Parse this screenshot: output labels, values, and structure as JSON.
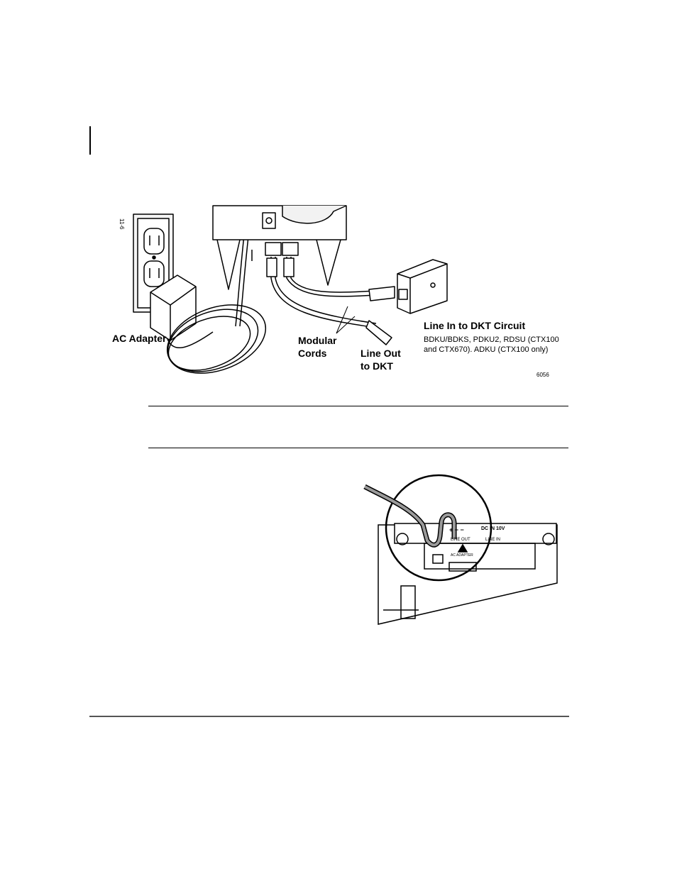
{
  "figure1": {
    "ac_adapter_label": "AC Adapter",
    "modular_cords_label_1": "Modular",
    "modular_cords_label_2": "Cords",
    "line_out_label_1": "Line Out",
    "line_out_label_2": "to DKT",
    "line_in_title": "Line In to DKT Circuit",
    "line_in_desc_1": "BDKU/BDKS, PDKU2, RDSU (CTX100",
    "line_in_desc_2": "and CTX670). ADKU (CTX100 only)",
    "figure_number": "6056",
    "side_code": "11-6"
  },
  "figure2": {
    "panel_plus_minus": "+ − −",
    "panel_dc": "DC IN 10V",
    "panel_line_out": "LINE OUT",
    "panel_line_in": "LINE IN",
    "panel_ac_adapter": "AC ADAPTER"
  }
}
